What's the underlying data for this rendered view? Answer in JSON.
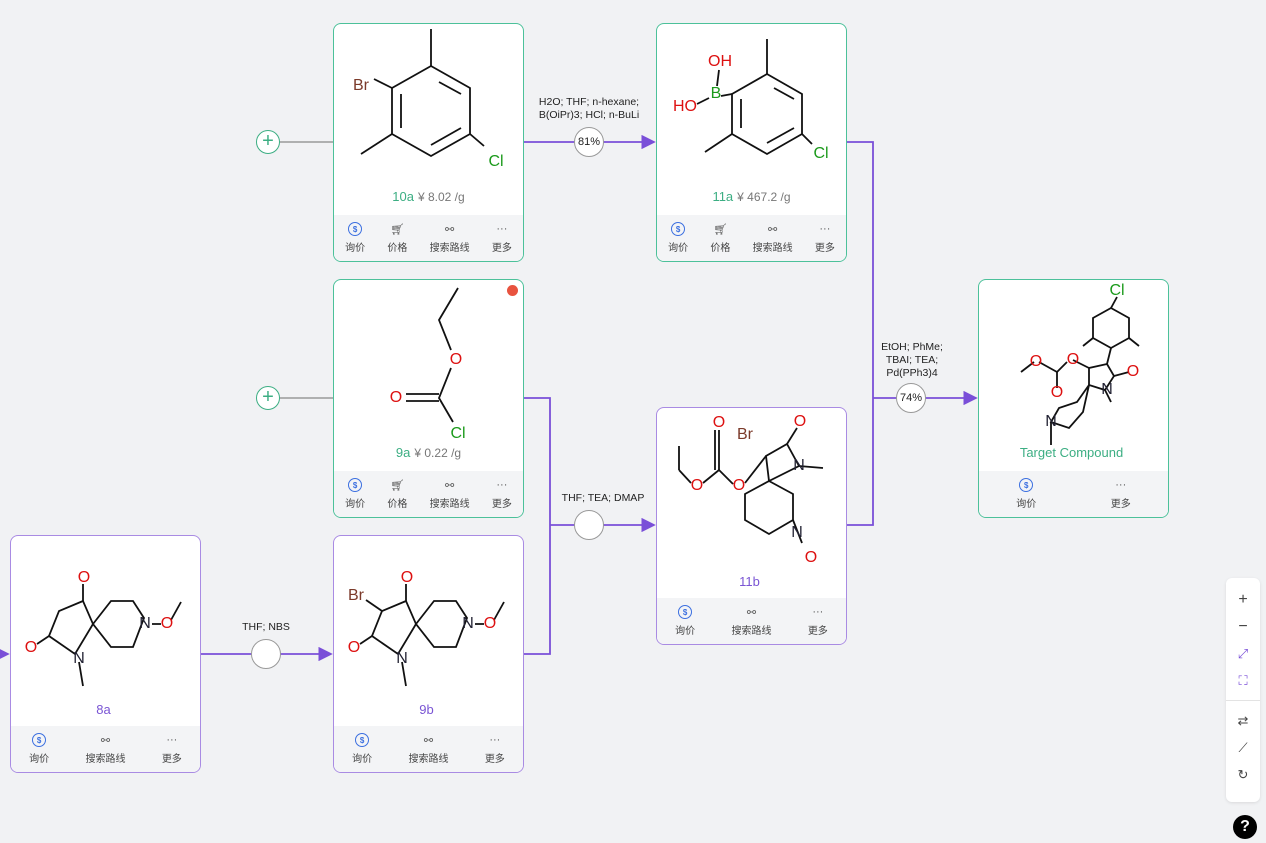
{
  "colors": {
    "starting": "#4cc19a",
    "intermediate": "#a98be3",
    "arrow": "#7a4fd8"
  },
  "buttons": {
    "inquiry": "询价",
    "price": "价格",
    "search_route": "搜索路线",
    "more": "更多"
  },
  "nodes": {
    "n10a": {
      "id": "10a",
      "price": "¥ 8.02 /g",
      "atoms": {
        "br": "Br",
        "cl": "Cl"
      }
    },
    "n11a": {
      "id": "11a",
      "price": "¥ 467.2 /g",
      "atoms": {
        "oh": "OH",
        "ho": "HO",
        "b": "B",
        "cl": "Cl"
      }
    },
    "n9a": {
      "id": "9a",
      "price": "¥ 0.22 /g",
      "atoms": {
        "o1": "O",
        "o2": "O",
        "cl": "Cl"
      }
    },
    "n11b": {
      "id": "11b",
      "atoms": {
        "br": "Br",
        "o1": "O",
        "o2": "O",
        "o3": "O",
        "o4": "O",
        "n1": "N",
        "n2": "N",
        "o5": "O"
      }
    },
    "target": {
      "id": "Target Compound",
      "atoms": {
        "cl": "Cl",
        "o1": "O",
        "o2": "O",
        "o3": "O",
        "n1": "N",
        "n2": "N",
        "o4": "O"
      }
    },
    "n8a": {
      "id": "8a",
      "atoms": {
        "o1": "O",
        "o2": "O",
        "n1": "N",
        "n2": "N",
        "o3": "O"
      }
    },
    "n9b": {
      "id": "9b",
      "atoms": {
        "br": "Br",
        "o1": "O",
        "o2": "O",
        "n1": "N",
        "n2": "N",
        "o3": "O"
      }
    }
  },
  "reactions": [
    {
      "conditions": [
        "H2O; THF; n-hexane;",
        "B(OiPr)3; HCl; n-BuLi"
      ],
      "yield": "81%"
    },
    {
      "conditions": [
        "THF; TEA; DMAP"
      ],
      "yield": ""
    },
    {
      "conditions": [
        "THF; NBS"
      ],
      "yield": ""
    },
    {
      "conditions": [
        "EtOH; PhMe;",
        "TBAI; TEA;",
        "Pd(PPh3)4"
      ],
      "yield": "74%"
    }
  ],
  "toolbar": {
    "zoom_in": "+",
    "zoom_out": "−",
    "fit": "⤢",
    "fullscreen": "⛶",
    "swap": "⇄",
    "connect": "⟋",
    "reset": "↻",
    "help": "?"
  }
}
